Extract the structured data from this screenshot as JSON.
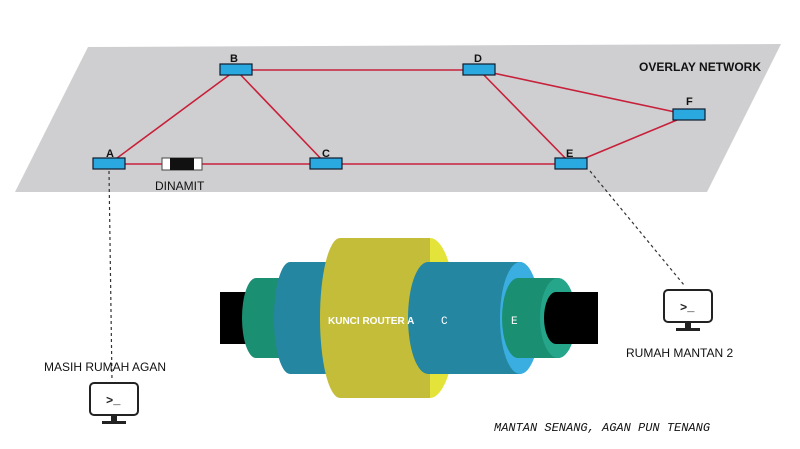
{
  "overlay": {
    "title": "OVERLAY NETWORK",
    "plane_color": "#cfcfd1",
    "link_color": "#c8203a",
    "node_color": "#29a9e0"
  },
  "nodes": [
    {
      "id": "A",
      "label": "A"
    },
    {
      "id": "B",
      "label": "B"
    },
    {
      "id": "C",
      "label": "C"
    },
    {
      "id": "D",
      "label": "D"
    },
    {
      "id": "E",
      "label": "E"
    },
    {
      "id": "F",
      "label": "F"
    }
  ],
  "links": [
    [
      "A",
      "B"
    ],
    [
      "A",
      "C"
    ],
    [
      "B",
      "C"
    ],
    [
      "B",
      "D"
    ],
    [
      "C",
      "E"
    ],
    [
      "D",
      "E"
    ],
    [
      "D",
      "F"
    ],
    [
      "E",
      "F"
    ]
  ],
  "dynamite": {
    "label": "DINAMIT"
  },
  "onion": {
    "layer_a_label": "KUNCI ROUTER A",
    "layer_c_label": "C",
    "layer_e_label": "E",
    "colors": {
      "outer": "#1b8f72",
      "blue": "#2486a0",
      "yellow": "#c4bd3a",
      "yellow_edge": "#e3e33a",
      "light_blue": "#3aaee0",
      "core": "#000000"
    }
  },
  "hosts": [
    {
      "id": "left",
      "label": "MASIH RUMAH AGAN",
      "prompt": ">_"
    },
    {
      "id": "right",
      "label": "RUMAH MANTAN 2",
      "prompt": ">_"
    }
  ],
  "caption": "MANTAN SENANG, AGAN PUN TENANG"
}
